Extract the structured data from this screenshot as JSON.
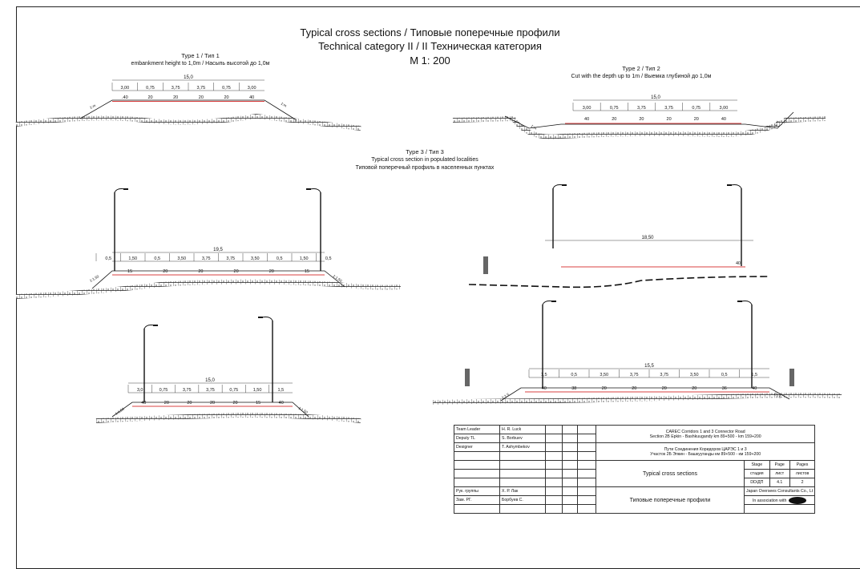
{
  "header": {
    "title": "Typical cross sections / Типовые поперечные профили",
    "category": "Technical category II / II Техническая категория",
    "scale": "M 1: 200"
  },
  "type1": {
    "title": "Type 1 / Тип 1",
    "subtitle": "embankment height to 1,0m / Насыпь высотой до 1,0м",
    "total": "15,0",
    "widths": [
      "3,00",
      "0,75",
      "3,75",
      "3,75",
      "0,75",
      "3,00"
    ],
    "layers": [
      ".40",
      "20",
      "20",
      "20",
      "20",
      "40"
    ],
    "slope": "1:m"
  },
  "type2": {
    "title": "Type 2 / Тип 2",
    "subtitle": "Cut with the depth up to 1m / Выемка глубиной до 1,0м",
    "total": "15,0",
    "widths": [
      "3,00",
      "0,75",
      "3,75",
      "3,75",
      "0,75",
      "3,00"
    ],
    "layers": [
      "40",
      "20",
      "20",
      "20",
      "20",
      "40"
    ],
    "slope": "1:m"
  },
  "type3": {
    "title": "Type 3 / Тип 3",
    "subtitle_en": "Typical cross section in populated localities",
    "subtitle_ru": "Типовой поперечный профиль в населенных пунктах",
    "a_total": "19,5",
    "a_widths": [
      "0,5",
      "1,50",
      "0,5",
      "3,50",
      "3,75",
      "3,75",
      "3,50",
      "0,5",
      "1,50",
      "0,5"
    ],
    "a_layers": [
      "15",
      "20",
      "20",
      "20",
      "20",
      "15"
    ],
    "a_slope": "1:1,50",
    "b_total": "18,50",
    "b_layer": "40",
    "c_total": "15,0",
    "c_widths": [
      "3,0",
      "0,75",
      "3,75",
      "3,75",
      "0,75",
      "1,50",
      "1,5"
    ],
    "c_layers": [
      "40",
      "20",
      "20",
      "20",
      "20",
      "15",
      "40"
    ],
    "c_slope": "1:1,50",
    "d_total": "15,5",
    "d_widths": [
      "1,5",
      "0,5",
      "3,50",
      "3,75",
      "3,75",
      "3,50",
      "0,5",
      "1,5"
    ],
    "d_layers": [
      "40",
      "38",
      "20",
      "20",
      "20",
      "20",
      "36",
      "40"
    ],
    "d_slope": "1:1,5"
  },
  "stamp": {
    "roles": [
      {
        "role": "Team Leader",
        "name": "H. R. Luck"
      },
      {
        "role": "Deputy TL",
        "name": "S. Borbuev"
      },
      {
        "role": "Designer",
        "name": "T. Ashymbekov"
      },
      {
        "role": "",
        "name": ""
      },
      {
        "role": "",
        "name": ""
      },
      {
        "role": "Рук. группы",
        "name": "Х. Р. Лак"
      },
      {
        "role": "Зам. РГ.",
        "name": "Борбуев С."
      },
      {
        "role": "",
        "name": ""
      }
    ],
    "project_en": "CAREC Corridors 1 and 3 Connector Road",
    "section_en": "Section 2B Epkin - Bashkuugandy km 89+500 - km 159+200",
    "project_ru": "Пути Соединения Коридоров ЦАРЭС 1 и 3",
    "section_ru": "Участок 2Б Эпкин - Башкууганды км 89+500 - км 159+200",
    "sheet_en": "Typical cross sections",
    "sheet_ru": "Типовые поперечные профили",
    "hdr_stage": "Stage",
    "hdr_page": "Page",
    "hdr_pages": "Pages",
    "hdr_stage_ru": "стадия",
    "hdr_page_ru": "лист",
    "hdr_pages_ru": "листов",
    "stage": "DD/ДП",
    "page": "4.1",
    "pages": "2",
    "company": "Japan Oversees Consultants Co., Lt",
    "association": "In association with"
  }
}
